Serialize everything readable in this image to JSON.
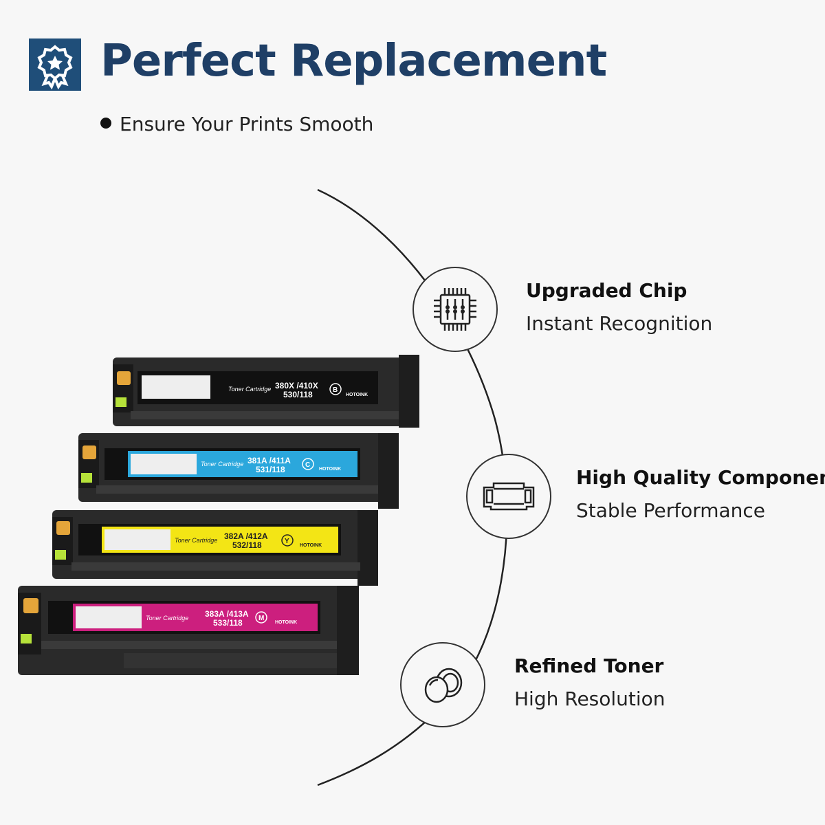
{
  "header": {
    "title": "Perfect Replacement",
    "badge_icon": "award-ribbon-icon",
    "accent_color": "#1f4e79"
  },
  "bullet": {
    "text": "Ensure Your Prints Smooth"
  },
  "features": [
    {
      "title": "Upgraded Chip",
      "subtitle": "Instant Recognition",
      "icon": "chip-icon"
    },
    {
      "title": "High Quality Components",
      "subtitle": "Stable Performance",
      "icon": "cartridge-component-icon"
    },
    {
      "title": "Refined Toner",
      "subtitle": "High Resolution",
      "icon": "toner-powder-icon"
    }
  ],
  "cartridges": [
    {
      "label": "Toner Cartridge",
      "model_top": "380X /410X",
      "model_bottom": "530/118",
      "letter": "B",
      "brand": "HOTOINK",
      "color": "#111111"
    },
    {
      "label": "Toner Cartridge",
      "model_top": "381A /411A",
      "model_bottom": "531/118",
      "letter": "C",
      "brand": "HOTOINK",
      "color": "#2ba7dc"
    },
    {
      "label": "Toner Cartridge",
      "model_top": "382A /412A",
      "model_bottom": "532/118",
      "letter": "Y",
      "brand": "HOTOINK",
      "color": "#f3e515"
    },
    {
      "label": "Toner Cartridge",
      "model_top": "383A /413A",
      "model_bottom": "533/118",
      "letter": "M",
      "brand": "HOTOINK",
      "color": "#cc1f7e"
    }
  ]
}
